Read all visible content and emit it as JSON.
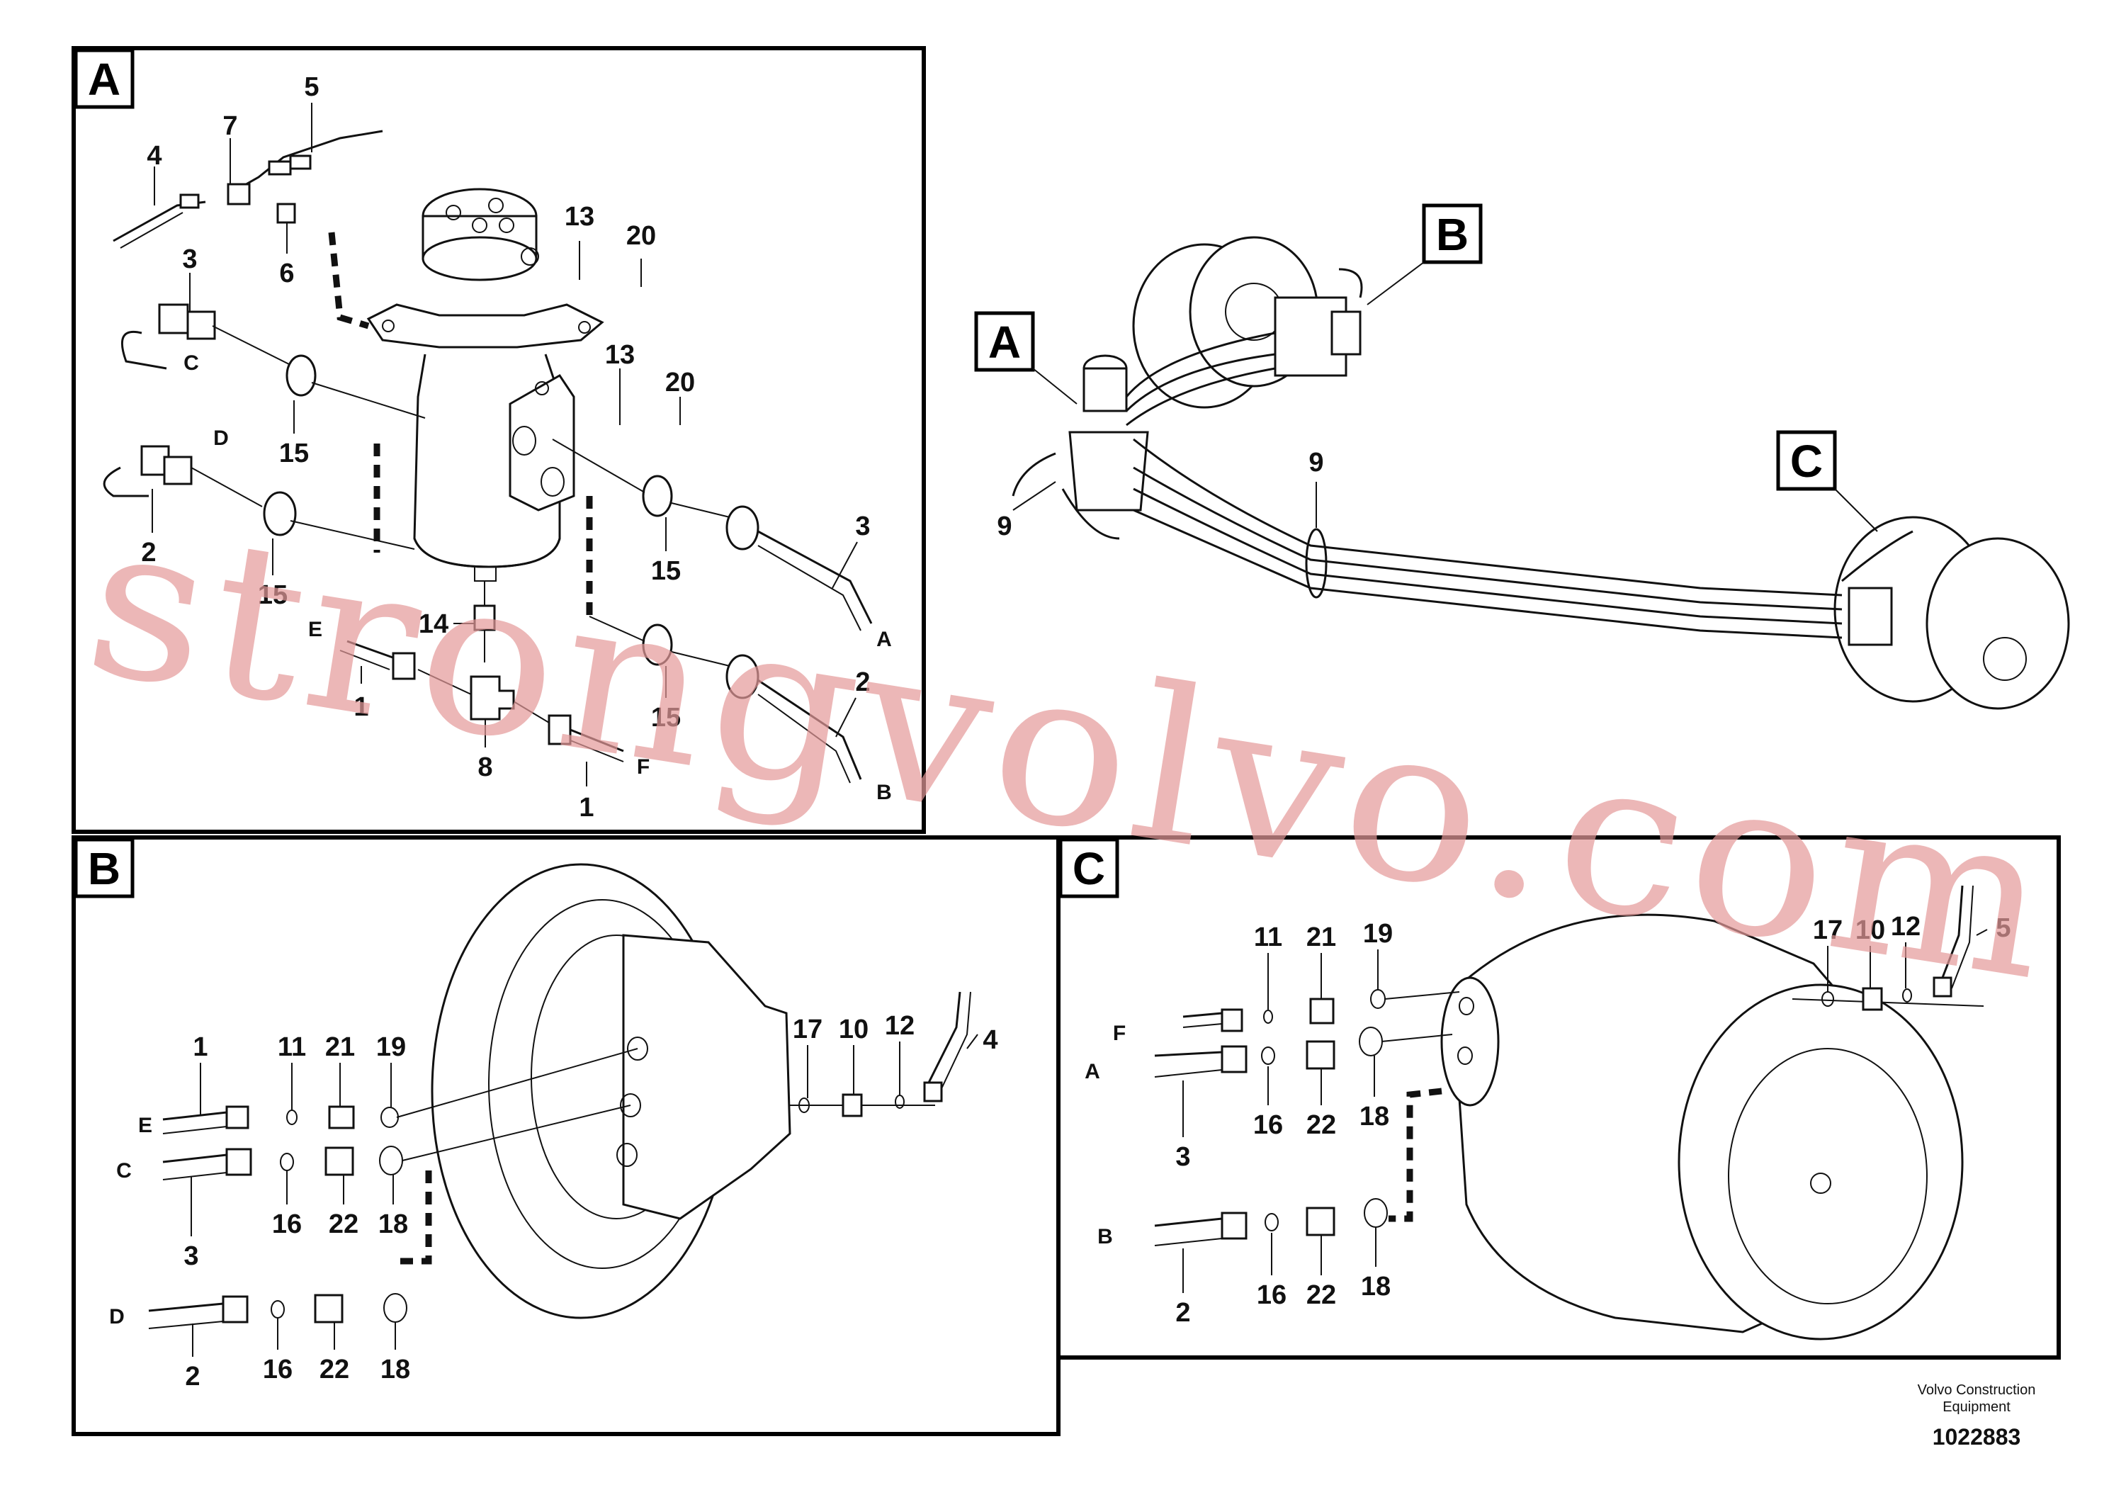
{
  "panels": {
    "a": {
      "badge": "A"
    },
    "b": {
      "badge": "B"
    },
    "c": {
      "badge": "C"
    },
    "overview": {
      "badge_a": "A",
      "badge_b": "B",
      "badge_c": "C"
    }
  },
  "callouts": {
    "a": [
      {
        "id": "a-4",
        "text": "4"
      },
      {
        "id": "a-7",
        "text": "7"
      },
      {
        "id": "a-5",
        "text": "5"
      },
      {
        "id": "a-6",
        "text": "6"
      },
      {
        "id": "a-3t",
        "text": "3"
      },
      {
        "id": "a-13t",
        "text": "13"
      },
      {
        "id": "a-20t",
        "text": "20"
      },
      {
        "id": "a-13b",
        "text": "13"
      },
      {
        "id": "a-20b",
        "text": "20"
      },
      {
        "id": "a-15a",
        "text": "15"
      },
      {
        "id": "a-2",
        "text": "2"
      },
      {
        "id": "a-15b",
        "text": "15"
      },
      {
        "id": "a-15c",
        "text": "15"
      },
      {
        "id": "a-3r",
        "text": "3"
      },
      {
        "id": "a-14",
        "text": "14"
      },
      {
        "id": "a-1l",
        "text": "1"
      },
      {
        "id": "a-8",
        "text": "8"
      },
      {
        "id": "a-15d",
        "text": "15"
      },
      {
        "id": "a-2r",
        "text": "2"
      },
      {
        "id": "a-1b",
        "text": "1"
      }
    ],
    "b": [
      {
        "id": "b-1",
        "text": "1"
      },
      {
        "id": "b-11",
        "text": "11"
      },
      {
        "id": "b-21",
        "text": "21"
      },
      {
        "id": "b-19",
        "text": "19"
      },
      {
        "id": "b-17",
        "text": "17"
      },
      {
        "id": "b-10",
        "text": "10"
      },
      {
        "id": "b-12",
        "text": "12"
      },
      {
        "id": "b-4",
        "text": "4"
      },
      {
        "id": "b-3",
        "text": "3"
      },
      {
        "id": "b-16a",
        "text": "16"
      },
      {
        "id": "b-22a",
        "text": "22"
      },
      {
        "id": "b-18a",
        "text": "18"
      },
      {
        "id": "b-2",
        "text": "2"
      },
      {
        "id": "b-16b",
        "text": "16"
      },
      {
        "id": "b-22b",
        "text": "22"
      },
      {
        "id": "b-18b",
        "text": "18"
      }
    ],
    "c": [
      {
        "id": "c-11",
        "text": "11"
      },
      {
        "id": "c-21",
        "text": "21"
      },
      {
        "id": "c-19",
        "text": "19"
      },
      {
        "id": "c-17",
        "text": "17"
      },
      {
        "id": "c-10",
        "text": "10"
      },
      {
        "id": "c-12",
        "text": "12"
      },
      {
        "id": "c-5",
        "text": "5"
      },
      {
        "id": "c-3",
        "text": "3"
      },
      {
        "id": "c-16a",
        "text": "16"
      },
      {
        "id": "c-22a",
        "text": "22"
      },
      {
        "id": "c-18a",
        "text": "18"
      },
      {
        "id": "c-2",
        "text": "2"
      },
      {
        "id": "c-16b",
        "text": "16"
      },
      {
        "id": "c-22b",
        "text": "22"
      },
      {
        "id": "c-18b",
        "text": "18"
      }
    ],
    "overview": [
      {
        "id": "o-9l",
        "text": "9"
      },
      {
        "id": "o-9c",
        "text": "9"
      }
    ]
  },
  "port_letters": {
    "a": {
      "c": "C",
      "d": "D",
      "e": "E",
      "a": "A",
      "f": "F",
      "b": "B"
    },
    "b": {
      "e": "E",
      "c": "C",
      "d": "D"
    },
    "c": {
      "f": "F",
      "a": "A",
      "b": "B"
    }
  },
  "watermark": "strongvolvo.com",
  "footer": {
    "brand_line1": "Volvo Construction",
    "brand_line2": "Equipment",
    "drawing_number": "1022883"
  }
}
